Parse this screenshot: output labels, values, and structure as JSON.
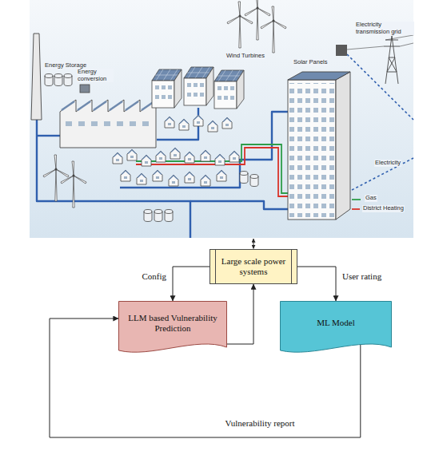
{
  "diagram": {
    "nodes": [
      {
        "text": [
          "Large scale power systems"
        ]
      },
      {
        "text": [
          "LLM based Vulnerability Prediction"
        ]
      },
      {
        "text": [
          "ML Model"
        ]
      }
    ],
    "edges": [
      {
        "from": 0,
        "to": 1,
        "label": "Config",
        "arrow": "to"
      },
      {
        "from": 1,
        "to": 0,
        "arrow": "to"
      },
      {
        "from": 0,
        "to": 2,
        "label": "User rating",
        "arrow": "to"
      },
      {
        "from": 2,
        "to": 1,
        "label": "Vulnerability report",
        "arrow": "to"
      }
    ],
    "labels": [
      "Energy Storage",
      "Energy conversion",
      "Wind Turbines",
      "Electricity transmission grid",
      "Solar Panels",
      "Electricity",
      "Gas",
      "District Heating"
    ]
  }
}
